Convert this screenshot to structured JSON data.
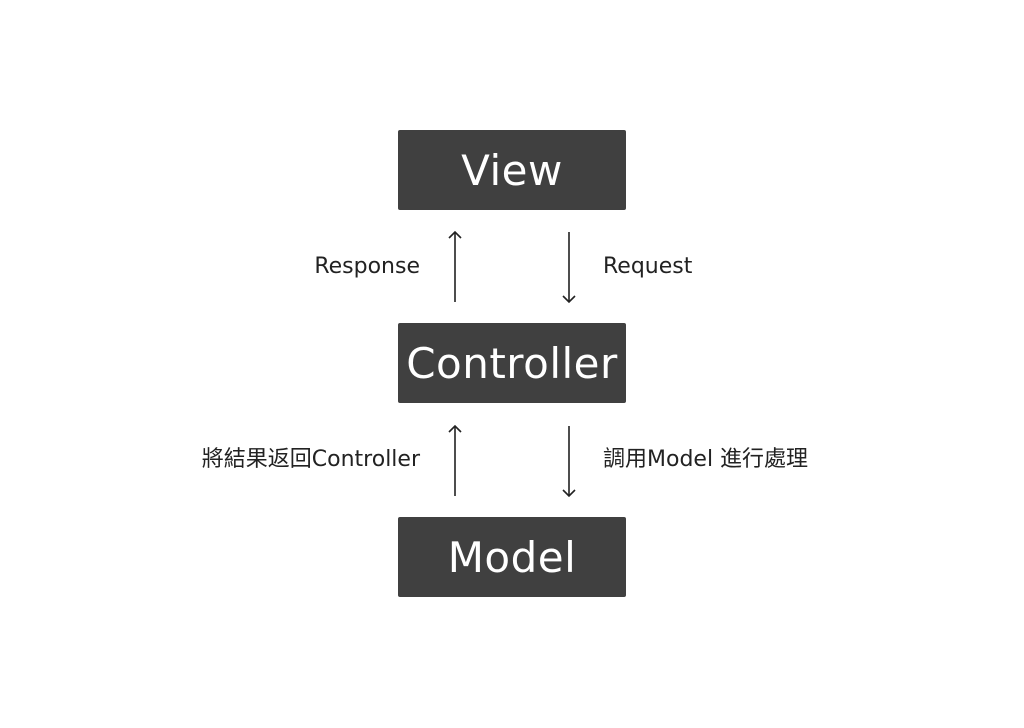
{
  "nodes": {
    "view": "View",
    "controller": "Controller",
    "model": "Model"
  },
  "edges": {
    "view_controller_up": "Response",
    "view_controller_down": "Request",
    "controller_model_up": "將結果返回Controller",
    "controller_model_down": "調用Model 進行處理"
  },
  "colors": {
    "box_fill": "#404040",
    "box_text": "#ffffff",
    "arrow": "#222222",
    "label_text": "#222222"
  }
}
